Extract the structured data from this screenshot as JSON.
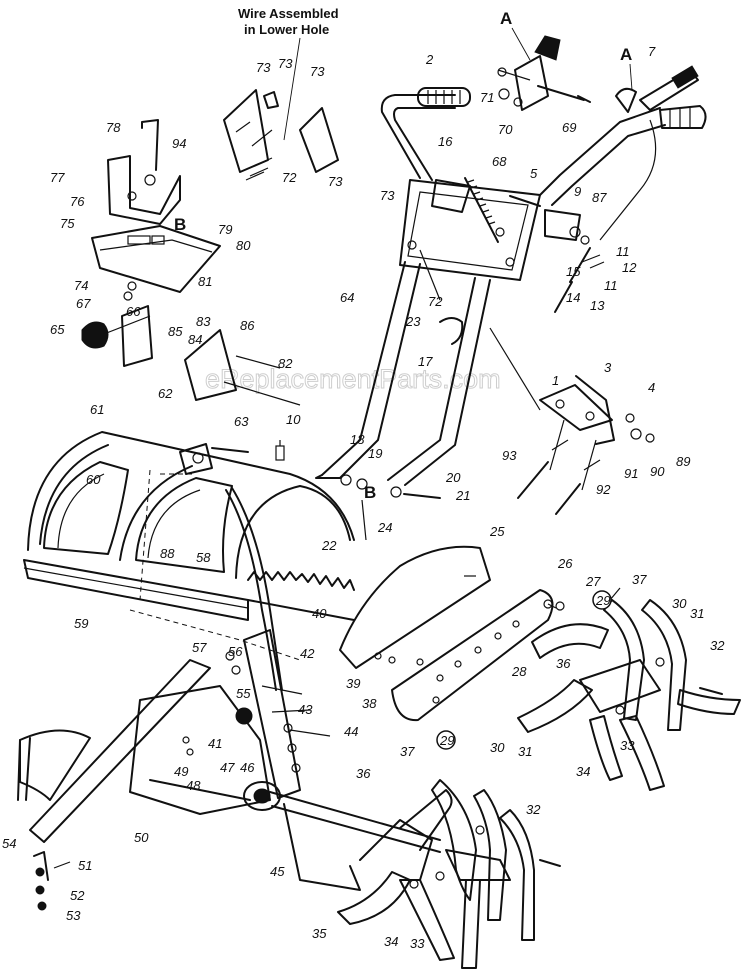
{
  "watermark": "eReplacementParts.com",
  "note": {
    "line1": "Wire Assembled",
    "line2": "in Lower Hole"
  },
  "callouts": {
    "a1": "A",
    "a2": "A",
    "b1": "B",
    "b2": "B"
  },
  "circled_part": "29",
  "part_numbers": [
    "1",
    "2",
    "3",
    "4",
    "5",
    "7",
    "9",
    "10",
    "11",
    "12",
    "13",
    "14",
    "15",
    "16",
    "17",
    "18",
    "19",
    "20",
    "21",
    "22",
    "23",
    "24",
    "25",
    "26",
    "27",
    "28",
    "29",
    "30",
    "31",
    "32",
    "33",
    "34",
    "35",
    "36",
    "37",
    "38",
    "39",
    "40",
    "41",
    "42",
    "43",
    "44",
    "45",
    "46",
    "47",
    "48",
    "49",
    "50",
    "51",
    "52",
    "53",
    "54",
    "55",
    "56",
    "57",
    "58",
    "59",
    "60",
    "61",
    "62",
    "63",
    "64",
    "65",
    "66",
    "67",
    "68",
    "69",
    "70",
    "71",
    "72",
    "73",
    "74",
    "75",
    "76",
    "77",
    "78",
    "79",
    "80",
    "81",
    "82",
    "83",
    "84",
    "85",
    "86",
    "87",
    "88",
    "89",
    "90",
    "91",
    "92",
    "93",
    "94"
  ]
}
